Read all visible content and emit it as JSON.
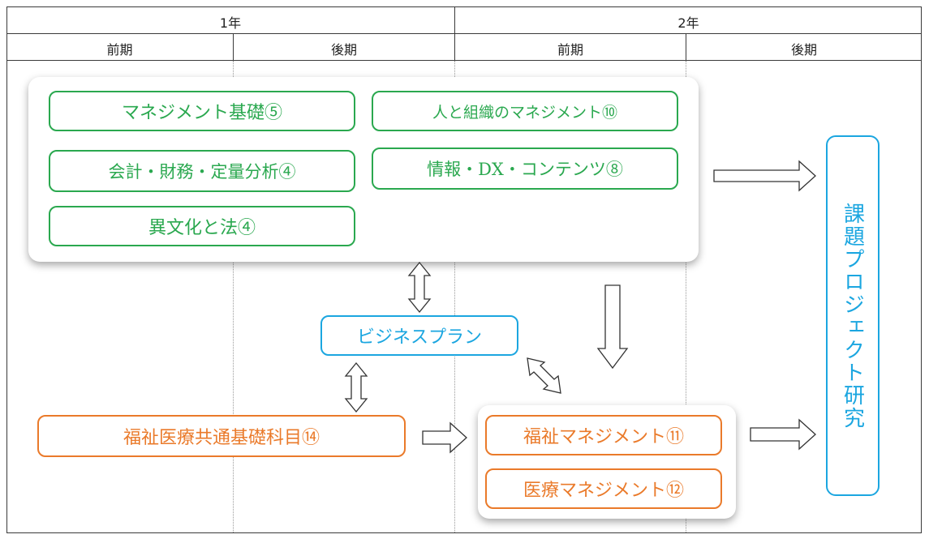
{
  "header": {
    "year1": "1年",
    "year2": "2年",
    "y1_first": "前期",
    "y1_second": "後期",
    "y2_first": "前期",
    "y2_second": "後期"
  },
  "core_courses": {
    "management_basics": "マネジメント基礎⑤",
    "people_org": "人と組織のマネジメント⑩",
    "accounting": "会計・財務・定量分析④",
    "info_dx": "情報・DX・コンテンツ⑧",
    "culture_law": "異文化と法④"
  },
  "business_plan": "ビジネスプラン",
  "welfare_common": "福祉医療共通基礎科目⑭",
  "welfare_mgmt": "福祉マネジメント⑪",
  "medical_mgmt": "医療マネジメント⑫",
  "project_research": "課題プロジェクト研究",
  "colors": {
    "green": "#2aa84f",
    "blue": "#1ba6e0",
    "orange": "#ea7a2a",
    "grid": "#3a3a3a"
  }
}
